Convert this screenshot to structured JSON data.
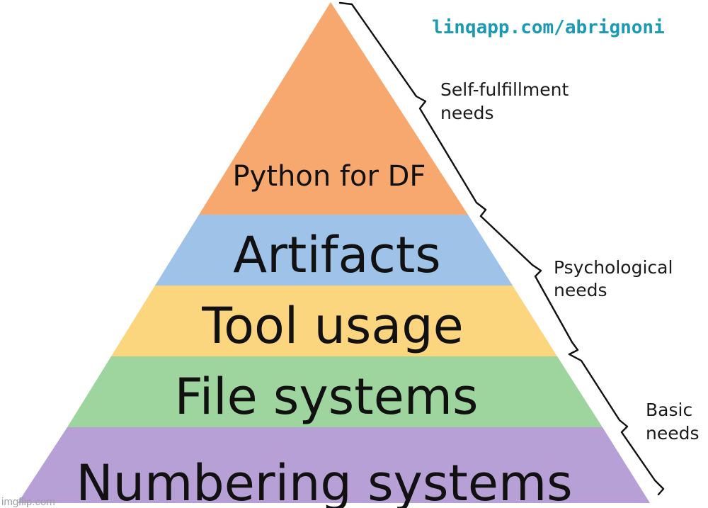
{
  "website": "linqapp.com/abrignoni",
  "tiers": [
    {
      "label": "Python for DF",
      "color": "#f7a86e"
    },
    {
      "label": "Artifacts",
      "color": "#9fc2e8"
    },
    {
      "label": "Tool usage",
      "color": "#fcd57f"
    },
    {
      "label": "File systems",
      "color": "#9ed59f"
    },
    {
      "label": "Numbering systems",
      "color": "#b6a0d5"
    }
  ],
  "needs_labels": [
    {
      "line1": "Self-fulfillment",
      "line2": "needs"
    },
    {
      "line1": "Psychological",
      "line2": "needs"
    },
    {
      "line1": "Basic",
      "line2": "needs"
    }
  ],
  "colors": {
    "website": "#1b9bb3"
  },
  "watermark": "imgflip.com"
}
